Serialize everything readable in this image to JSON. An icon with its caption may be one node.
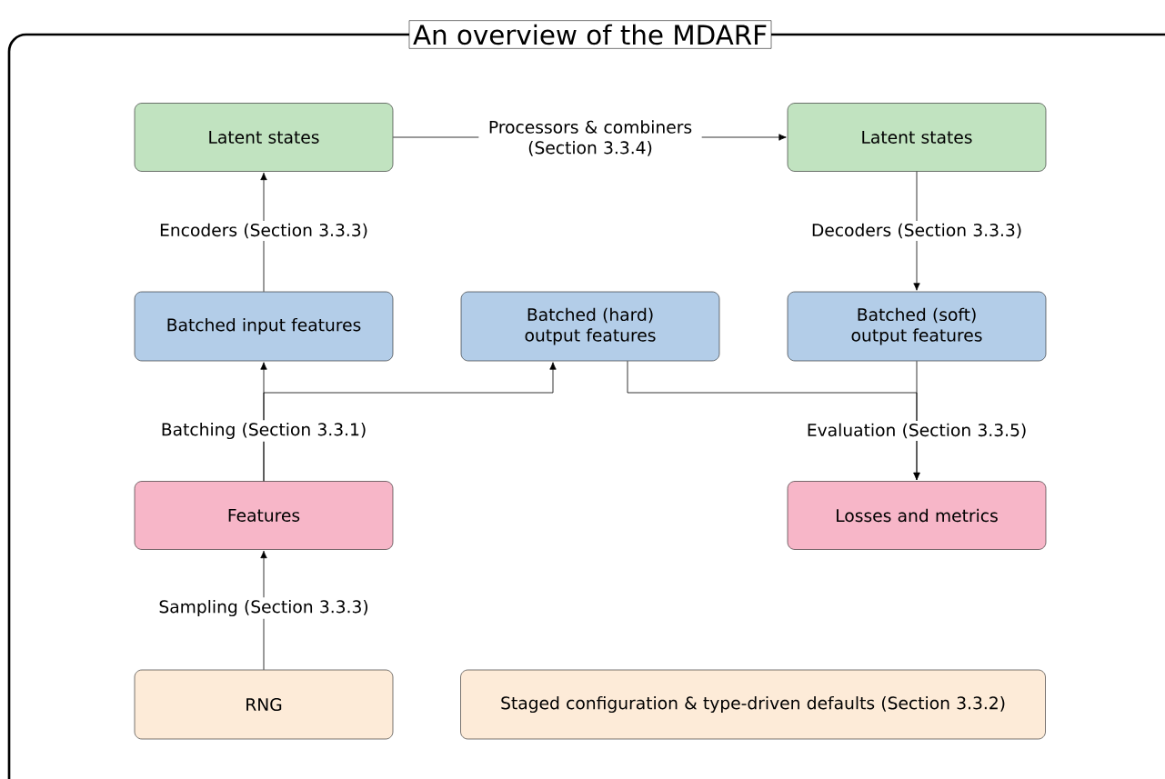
{
  "diagram": {
    "title": "An overview of the MDARF",
    "nodes": [
      {
        "text": [
          "Latent states"
        ]
      },
      {
        "text": [
          "Latent states"
        ]
      },
      {
        "text": [
          "Batched input features"
        ]
      },
      {
        "text": [
          "Batched (hard) output features"
        ]
      },
      {
        "text": [
          "Batched (soft) output features"
        ]
      },
      {
        "text": [
          "Features"
        ]
      },
      {
        "text": [
          "Losses and metrics"
        ]
      },
      {
        "text": [
          "RNG"
        ]
      },
      {
        "text": [
          "Staged configuration & type-driven defaults (Section 3.3.2)"
        ]
      }
    ],
    "edges": [
      {
        "from": 2,
        "to": 0,
        "arrow": "to",
        "label": "Encoders (Section 3.3.3)"
      },
      {
        "from": 0,
        "to": 1,
        "arrow": "to",
        "label": "Processors & combiners (Section 3.3.4)"
      },
      {
        "from": 1,
        "to": 4,
        "arrow": "to",
        "label": "Decoders (Section 3.3.3)"
      },
      {
        "from": 5,
        "to": 2,
        "arrow": "to",
        "label": "Batching (Section 3.3.1)"
      },
      {
        "from": 5,
        "to": 3,
        "arrow": "to"
      },
      {
        "from": 4,
        "to": 6,
        "arrow": "to",
        "label": "Evaluation (Section 3.3.5)"
      },
      {
        "from": 3,
        "to": 6,
        "arrow": "to"
      },
      {
        "from": 7,
        "to": 5,
        "arrow": "to",
        "label": "Sampling (Section 3.3.3)"
      }
    ]
  }
}
